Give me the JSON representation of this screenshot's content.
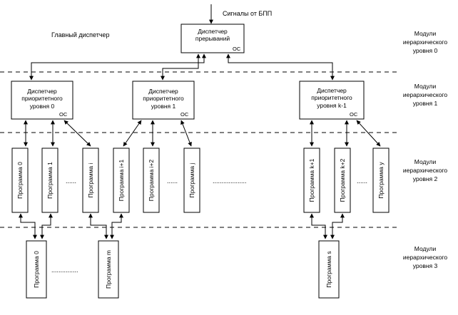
{
  "signal_label": "Сигналы от БПП",
  "main_dispatcher_label": "Главный диспетчер",
  "interrupt_dispatcher": {
    "line1": "Диспетчер",
    "line2": "прерываний",
    "os": "ОС"
  },
  "priority_dispatchers": [
    {
      "line1": "Диспетчер",
      "line2": "приоритетного",
      "line3": "уровня 0",
      "os": "ОС"
    },
    {
      "line1": "Диспетчер",
      "line2": "приоритетного",
      "line3": "уровня 1",
      "os": "ОС"
    },
    {
      "line1": "Диспетчер",
      "line2": "приоритетного",
      "line3": "уровня k-1",
      "os": "ОС"
    }
  ],
  "level2_programs": [
    "Программа 0",
    "Программа 1",
    "Программа i",
    "Программа i+1",
    "Программа i+2",
    "Программа j",
    "Программа k+1",
    "Программа k+2",
    "Программа y"
  ],
  "level3_programs": [
    "Программа 0",
    "Программа m",
    "Программа s"
  ],
  "level_labels": [
    {
      "line1": "Модули",
      "line2": "иерархического",
      "line3": "уровня 0"
    },
    {
      "line1": "Модули",
      "line2": "иерархического",
      "line3": "уровня 1"
    },
    {
      "line1": "Модули",
      "line2": "иерархического",
      "line3": "уровня 2"
    },
    {
      "line1": "Модули",
      "line2": "иерархического",
      "line3": "уровня 3"
    }
  ],
  "ellipsis": "......",
  "ellipsis_long": "...................",
  "ellipsis_bottom": "...............",
  "colors": {
    "line": "#000000",
    "background": "#ffffff"
  }
}
